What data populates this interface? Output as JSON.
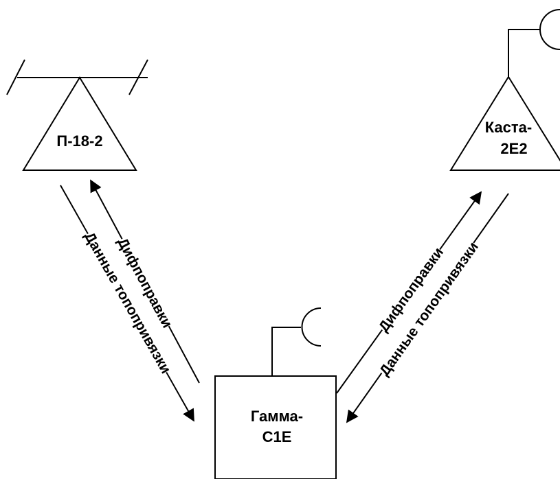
{
  "nodes": {
    "p18": {
      "label": "П-18-2"
    },
    "kasta": {
      "label_line1": "Каста-",
      "label_line2": "2Е2"
    },
    "gamma": {
      "label_line1": "Гамма-",
      "label_line2": "С1Е"
    }
  },
  "links": {
    "left_topo": {
      "label": "Данные топопривязки"
    },
    "left_dif": {
      "label": "Дифпоправки"
    },
    "right_dif": {
      "label": "Дифпоправки"
    },
    "right_topo": {
      "label": "Данные топопривязки"
    }
  },
  "colors": {
    "line": "#000000",
    "background": "#ffffff"
  }
}
